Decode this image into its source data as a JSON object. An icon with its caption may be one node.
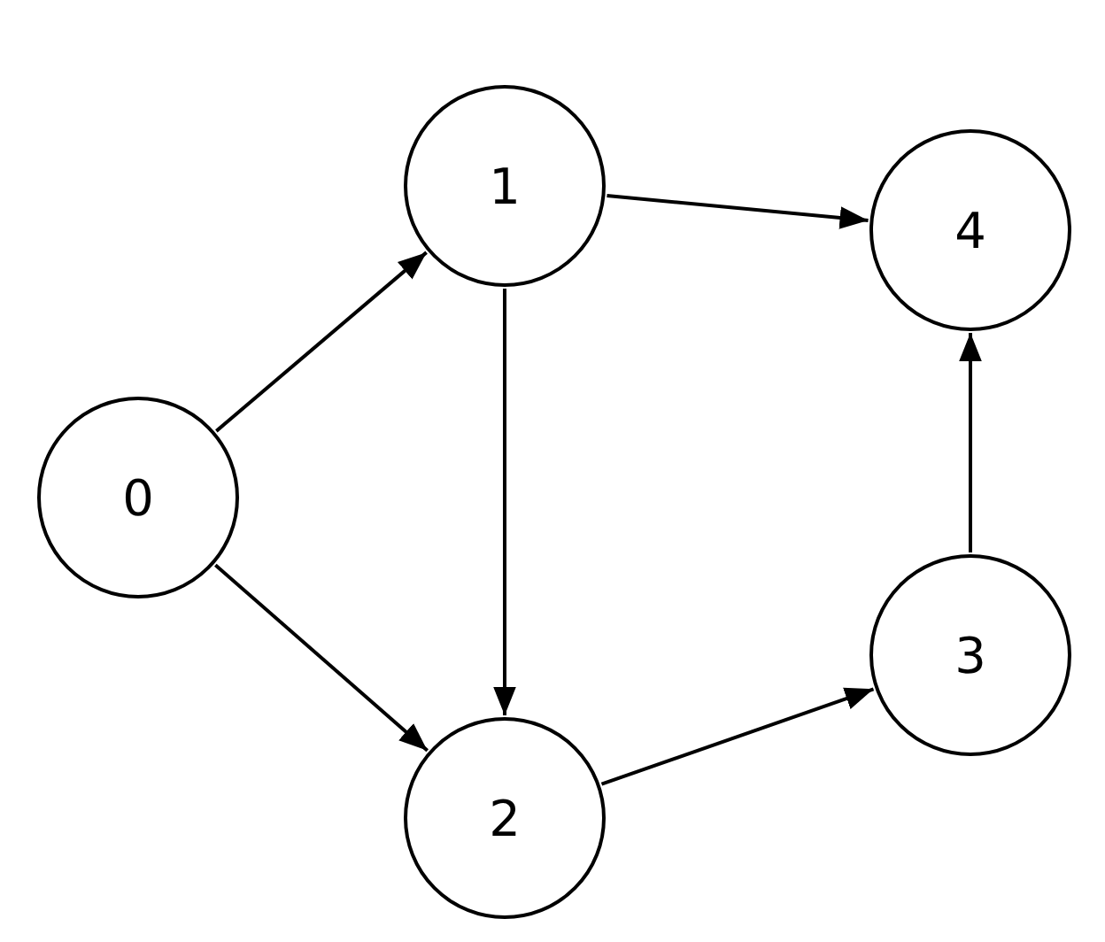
{
  "diagram": {
    "nodes": [
      {
        "text": [
          "0"
        ]
      },
      {
        "text": [
          "1"
        ]
      },
      {
        "text": [
          "2"
        ]
      },
      {
        "text": [
          "3"
        ]
      },
      {
        "text": [
          "4"
        ]
      }
    ],
    "edges": [
      {
        "from": 0,
        "to": 1,
        "arrow": "to"
      },
      {
        "from": 0,
        "to": 2,
        "arrow": "to"
      },
      {
        "from": 1,
        "to": 4,
        "arrow": "to"
      },
      {
        "from": 1,
        "to": 2,
        "arrow": "to"
      },
      {
        "from": 2,
        "to": 3,
        "arrow": "to"
      },
      {
        "from": 3,
        "to": 4,
        "arrow": "to"
      }
    ]
  }
}
